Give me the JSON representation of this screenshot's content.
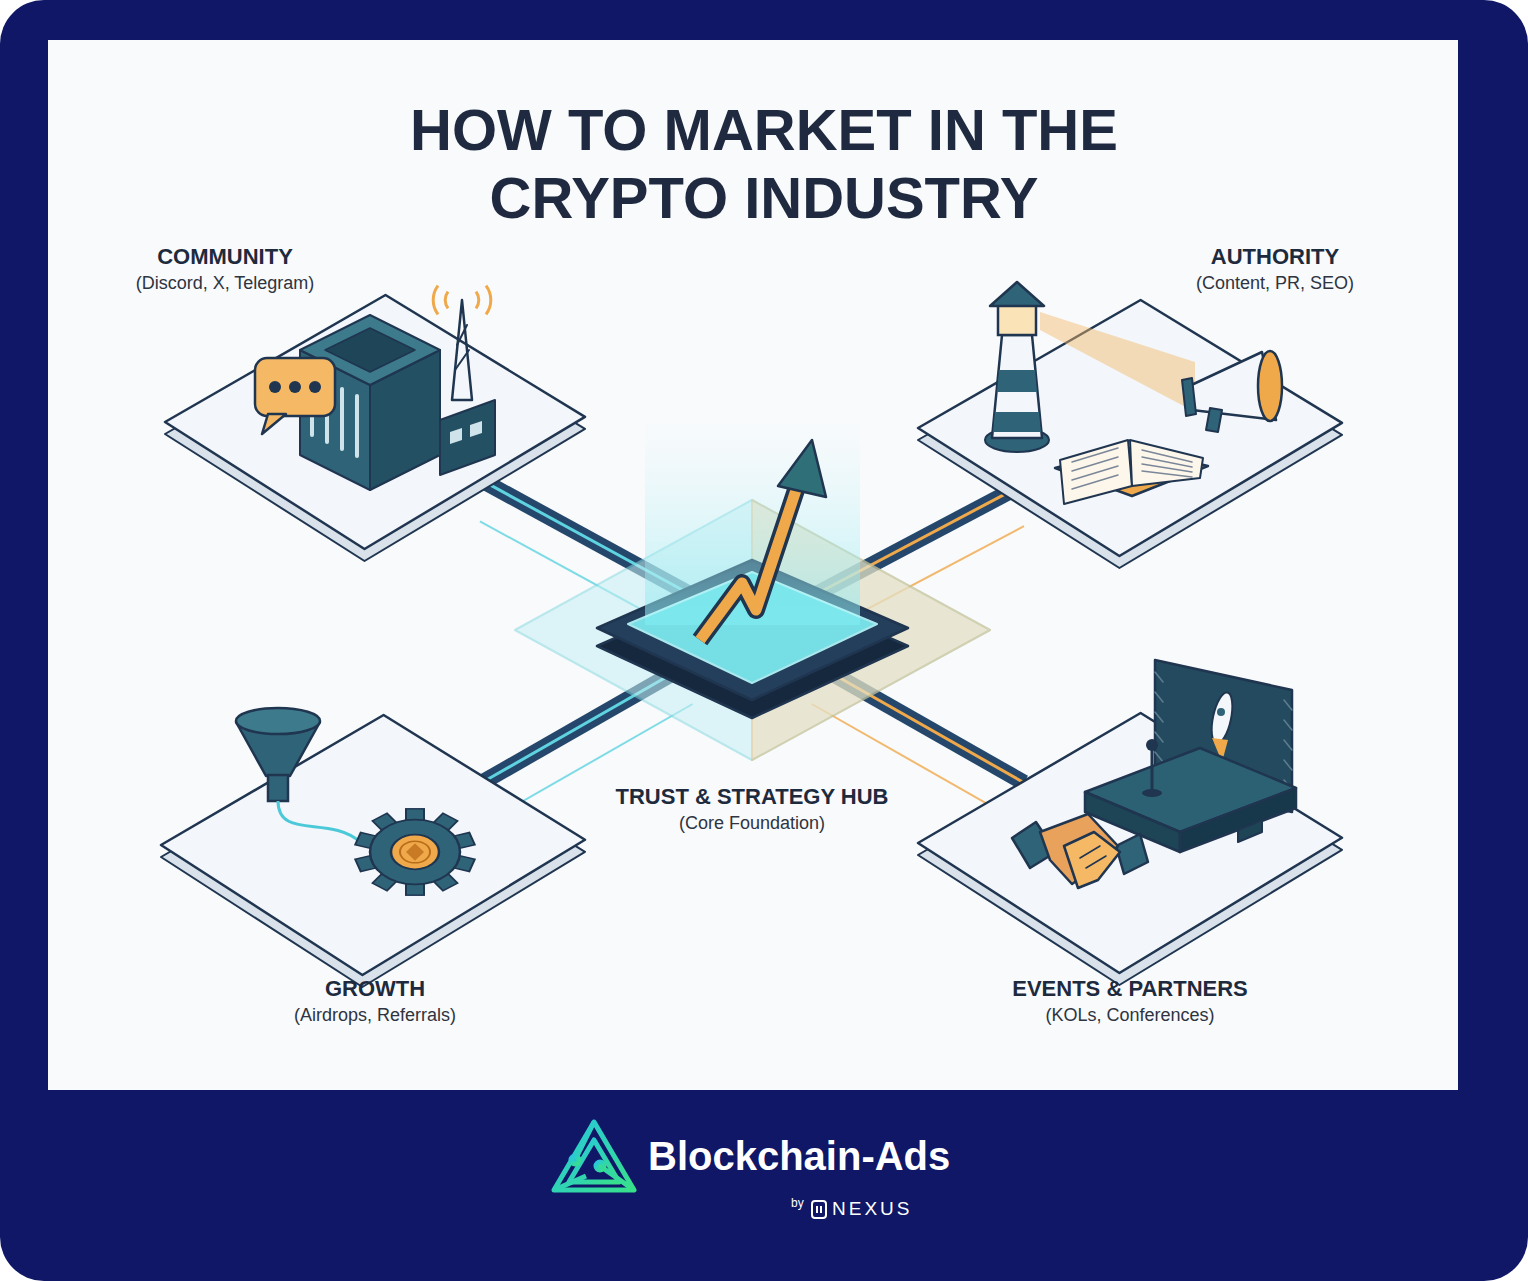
{
  "diagram": {
    "title": "HOW TO MARKET IN THE CRYPTO INDUSTRY",
    "nodes": [
      {
        "text": [
          "COMMUNITY",
          "(Discord, X, Telegram)"
        ]
      },
      {
        "text": [
          "AUTHORITY",
          "(Content, PR, SEO)"
        ]
      },
      {
        "text": [
          "TRUST & STRATEGY HUB",
          "(Core Foundation)"
        ]
      },
      {
        "text": [
          "GROWTH",
          "(Airdrops, Referrals)"
        ]
      },
      {
        "text": [
          "EVENTS & PARTNERS",
          "(KOLs, Conferences)"
        ]
      }
    ],
    "edges": [
      {
        "from": 2,
        "to": 0,
        "arrow": "none"
      },
      {
        "from": 2,
        "to": 1,
        "arrow": "none"
      },
      {
        "from": 2,
        "to": 3,
        "arrow": "none"
      },
      {
        "from": 2,
        "to": 4,
        "arrow": "none"
      }
    ],
    "labels": [
      "Blockchain-Ads",
      "by",
      "NEXUS"
    ]
  }
}
